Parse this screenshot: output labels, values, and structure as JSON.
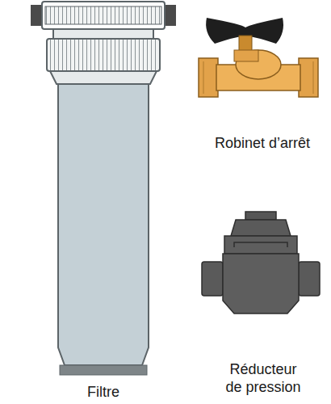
{
  "diagram": {
    "labels": [
      "Robinet d’arrêt",
      "Réducteur de pression",
      "Filtre"
    ]
  }
}
